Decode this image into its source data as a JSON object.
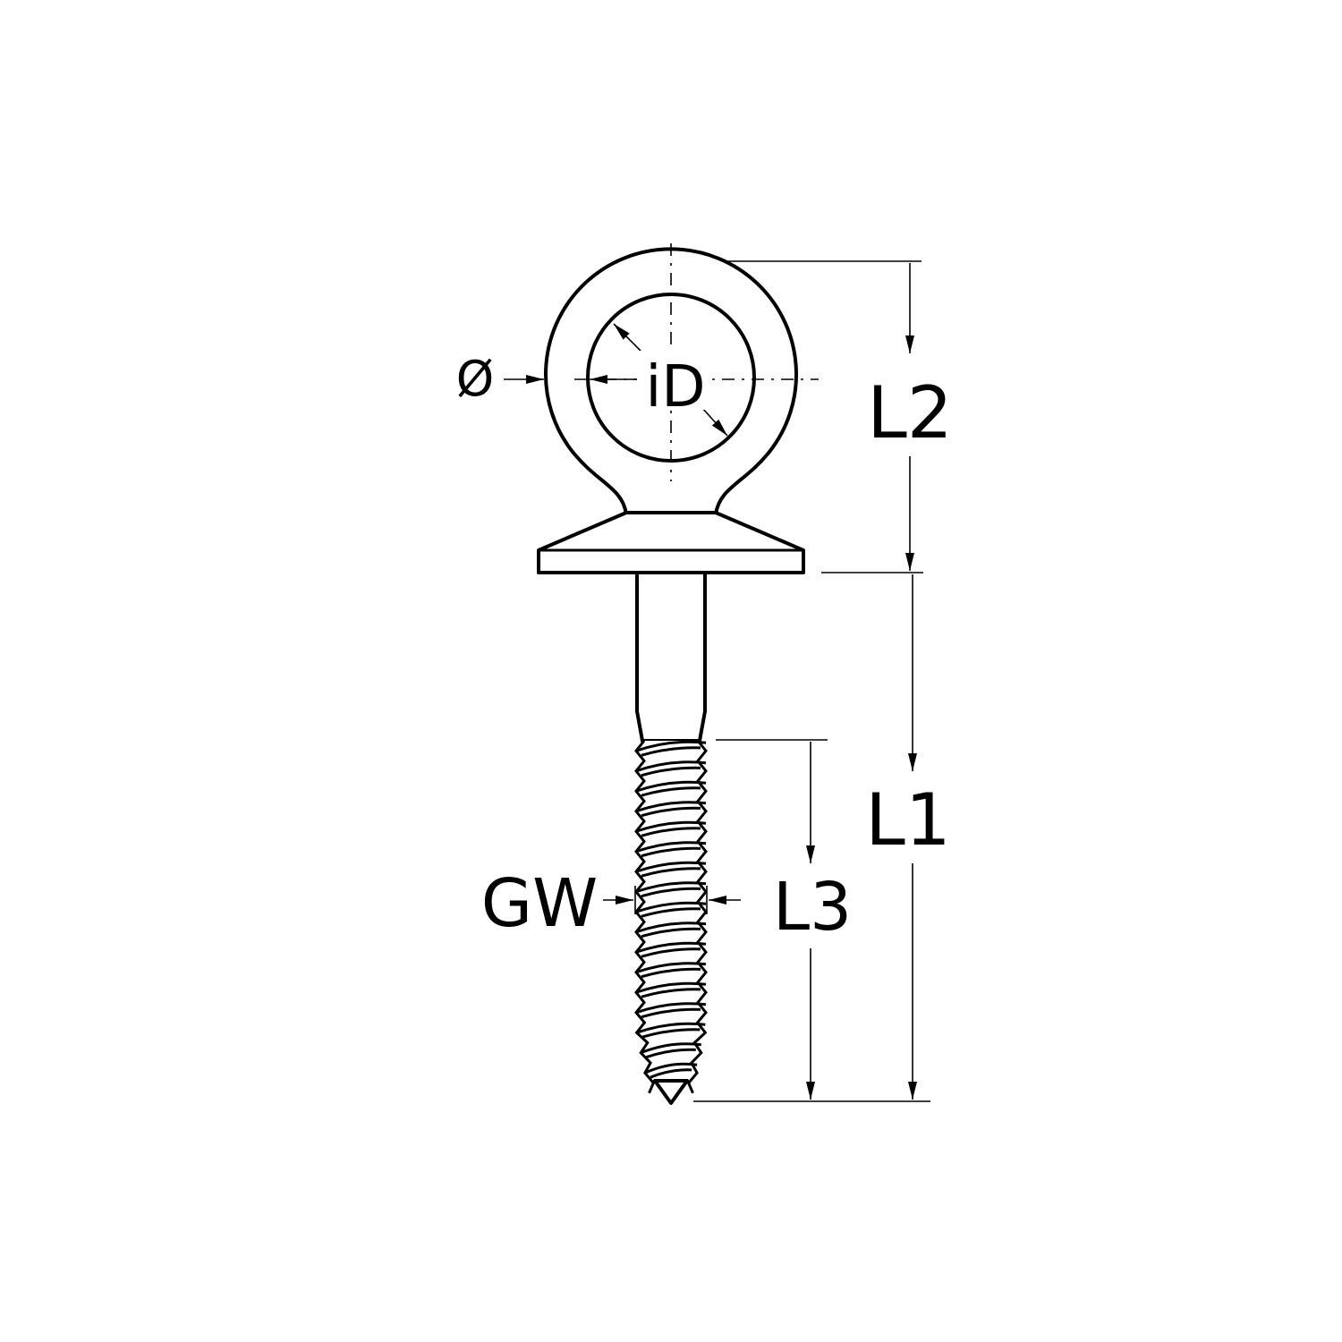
{
  "drawing": {
    "subject": "eye screw with washer collar",
    "labels": {
      "diameter": "Ø",
      "inner_diameter": "iD",
      "thread": "GW",
      "length_total": "L1",
      "length_eye": "L2",
      "length_thread": "L3"
    },
    "colors": {
      "line": "#000000",
      "background": "#ffffff"
    }
  }
}
